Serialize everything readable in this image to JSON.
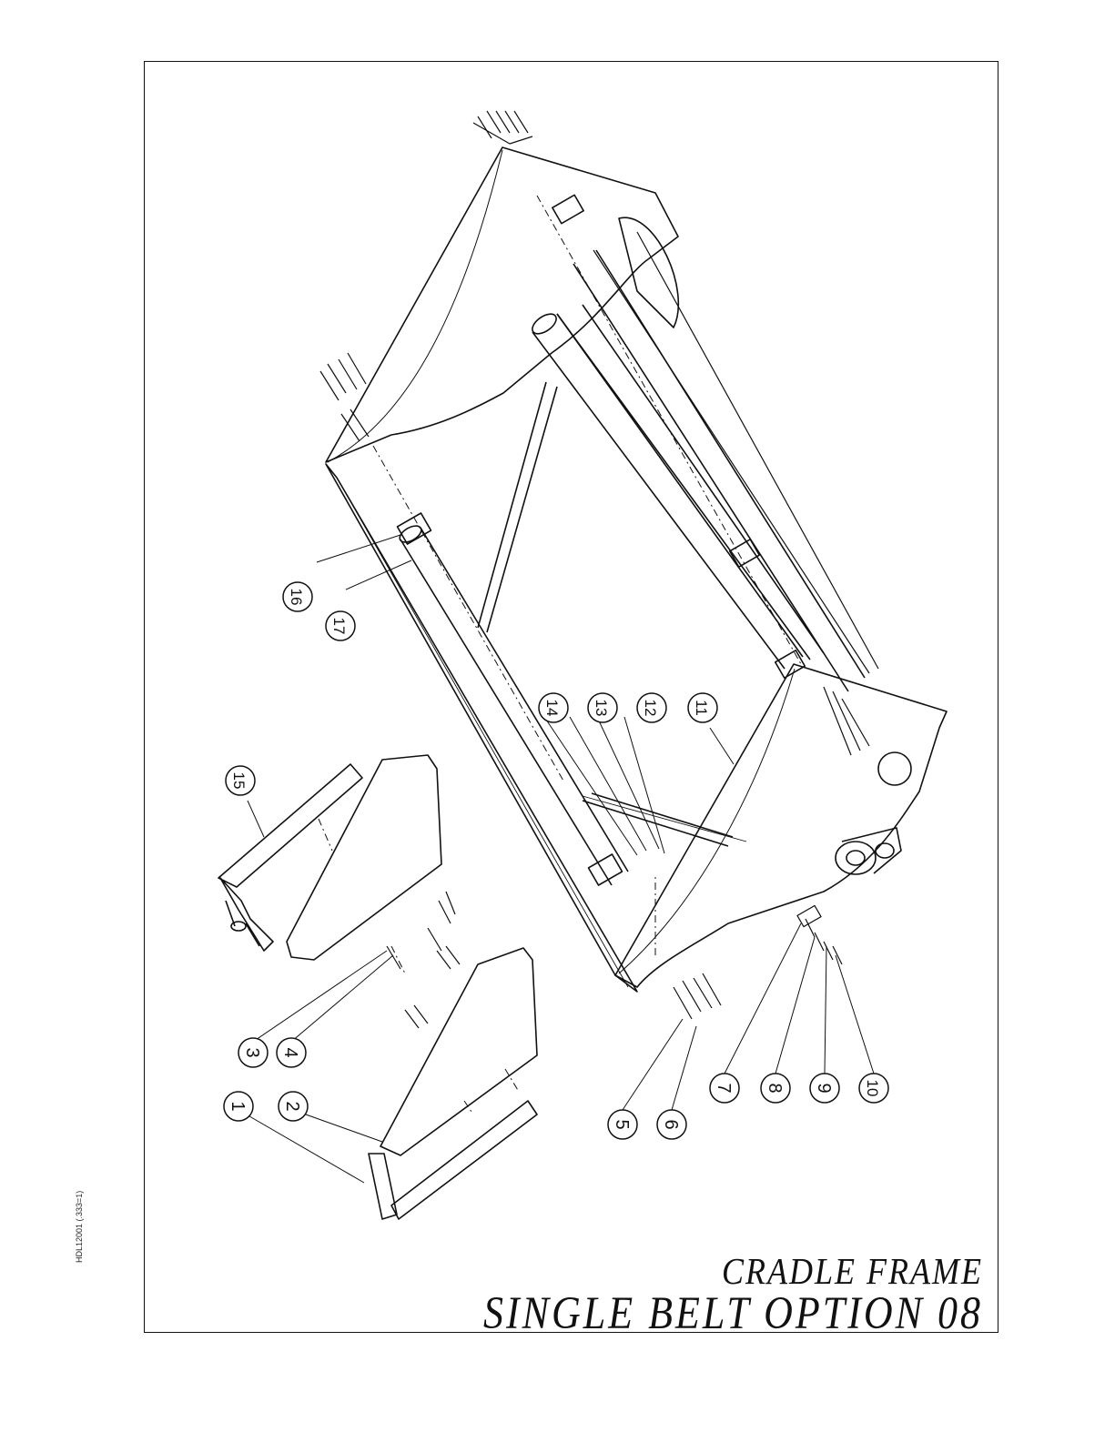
{
  "side_code": "HDL12001 (.333=1)",
  "title": {
    "line1": "CRADLE FRAME",
    "line2": "SINGLE BELT OPTION 08"
  },
  "callouts": [
    "1",
    "2",
    "3",
    "4",
    "5",
    "6",
    "7",
    "8",
    "9",
    "10",
    "11",
    "12",
    "13",
    "14",
    "15",
    "16",
    "17"
  ]
}
